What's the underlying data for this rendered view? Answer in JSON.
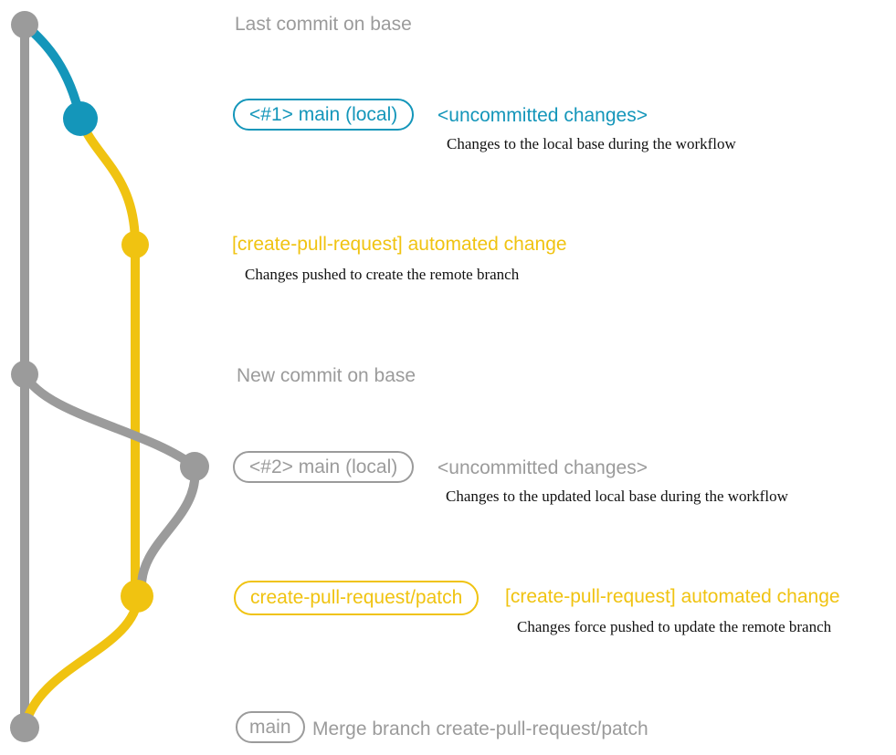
{
  "colors": {
    "base_gray": "#9B9B9B",
    "local_blue": "#1496BA",
    "branch_yellow": "#F0C311",
    "description_black": "#111111"
  },
  "graph": {
    "branches": [
      {
        "name": "base",
        "color": "#9B9B9B"
      },
      {
        "name": "main (local)",
        "color": "#1496BA"
      },
      {
        "name": "create-pull-request/patch",
        "color": "#F0C311"
      }
    ],
    "commits": [
      {
        "id": "last-commit-on-base",
        "branch": "base",
        "color": "#9B9B9B"
      },
      {
        "id": "uncommitted-changes-1",
        "branch": "main (local)",
        "color": "#1496BA"
      },
      {
        "id": "automated-change-1",
        "branch": "create-pull-request/patch",
        "color": "#F0C311"
      },
      {
        "id": "new-commit-on-base",
        "branch": "base",
        "color": "#9B9B9B"
      },
      {
        "id": "uncommitted-changes-2",
        "branch": "main (local)",
        "color": "#9B9B9B"
      },
      {
        "id": "automated-change-2",
        "branch": "create-pull-request/patch",
        "color": "#F0C311"
      },
      {
        "id": "merge-commit",
        "branch": "base",
        "color": "#9B9B9B"
      }
    ]
  },
  "annotations": {
    "last_commit": "Last commit on base",
    "row1": {
      "badge": "<#1> main (local)",
      "status": "<uncommitted changes>",
      "description": "Changes to the local base during the workflow"
    },
    "row2": {
      "title": "[create-pull-request] automated change",
      "description": "Changes pushed to create the remote branch"
    },
    "new_commit": "New commit on base",
    "row3": {
      "badge": "<#2> main (local)",
      "status": "<uncommitted changes>",
      "description": "Changes to the updated local base during the workflow"
    },
    "row4": {
      "badge": "create-pull-request/patch",
      "title": "[create-pull-request] automated change",
      "description": "Changes force pushed to update the remote branch"
    },
    "row5": {
      "badge": "main",
      "message": "Merge branch create-pull-request/patch"
    }
  }
}
